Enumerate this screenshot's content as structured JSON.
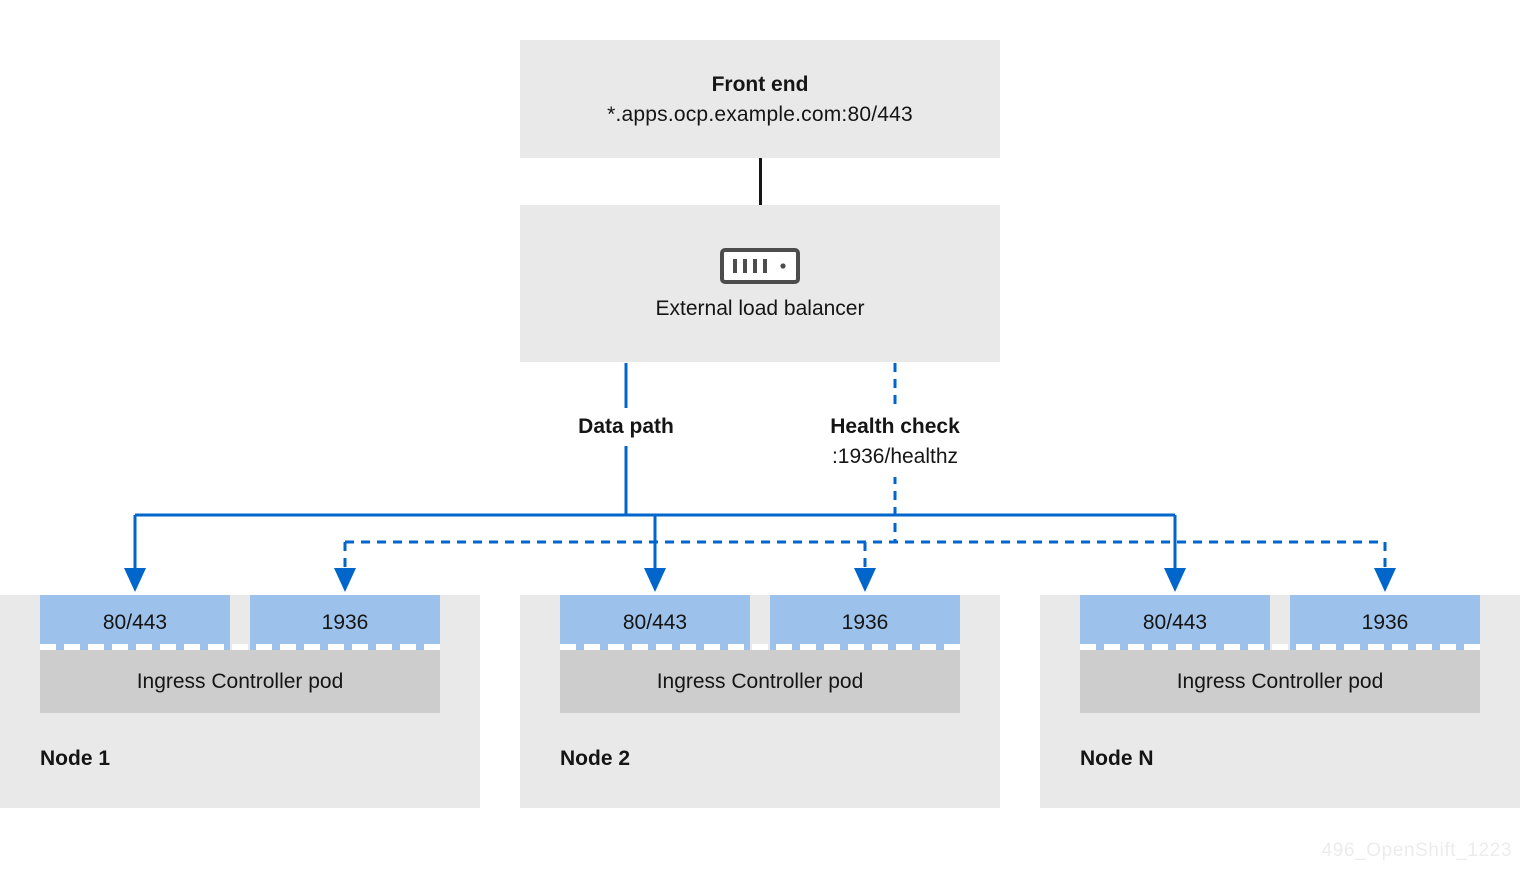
{
  "diagram": {
    "frontend": {
      "title": "Front end",
      "address": "*.apps.ocp.example.com:80/443"
    },
    "load_balancer": {
      "label": "External load balancer",
      "icon": "server-icon"
    },
    "edges": {
      "data_path": {
        "label": "Data path",
        "style": "solid"
      },
      "health_check": {
        "label": "Health check",
        "endpoint": ":1936/healthz",
        "style": "dashed"
      }
    },
    "nodes": [
      {
        "name": "Node 1",
        "ports": [
          "80/443",
          "1936"
        ],
        "pod": "Ingress Controller pod"
      },
      {
        "name": "Node 2",
        "ports": [
          "80/443",
          "1936"
        ],
        "pod": "Ingress Controller pod"
      },
      {
        "name": "Node N",
        "ports": [
          "80/443",
          "1936"
        ],
        "pod": "Ingress Controller pod"
      }
    ],
    "watermark": "496_OpenShift_1223",
    "colors": {
      "accent_blue": "#0066cc",
      "port_blue": "#9cc2eb",
      "box_gray": "#e9e9e9",
      "pod_gray": "#cdcdcd",
      "text": "#151515"
    }
  }
}
